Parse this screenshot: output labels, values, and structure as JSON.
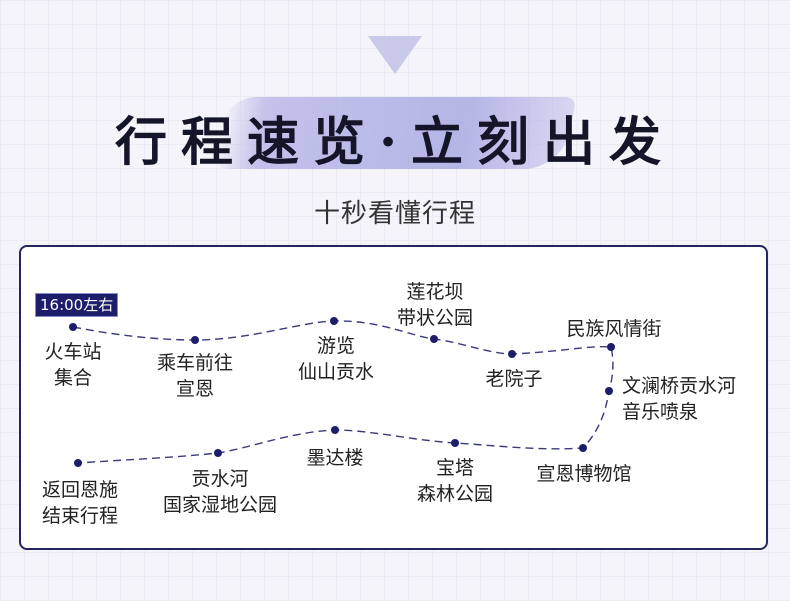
{
  "header": {
    "title": "行程速览·立刻出发",
    "subtitle": "十秒看懂行程"
  },
  "itinerary": {
    "time_badge": "16:00左右",
    "line_color": "#2a2a6a",
    "stops": [
      {
        "line1": "火车站",
        "line2": "集合"
      },
      {
        "line1": "乘车前往",
        "line2": "宣恩"
      },
      {
        "line1": "游览",
        "line2": "仙山贡水"
      },
      {
        "line1": "莲花坝",
        "line2": "带状公园"
      },
      {
        "line1": "老院子",
        "line2": ""
      },
      {
        "line1": "民族风情街",
        "line2": ""
      },
      {
        "line1": "文澜桥贡水河",
        "line2": "音乐喷泉"
      },
      {
        "line1": "宣恩博物馆",
        "line2": ""
      },
      {
        "line1": "宝塔",
        "line2": "森林公园"
      },
      {
        "line1": "墨达楼",
        "line2": ""
      },
      {
        "line1": "贡水河",
        "line2": "国家湿地公园"
      },
      {
        "line1": "返回恩施",
        "line2": "结束行程"
      }
    ]
  }
}
